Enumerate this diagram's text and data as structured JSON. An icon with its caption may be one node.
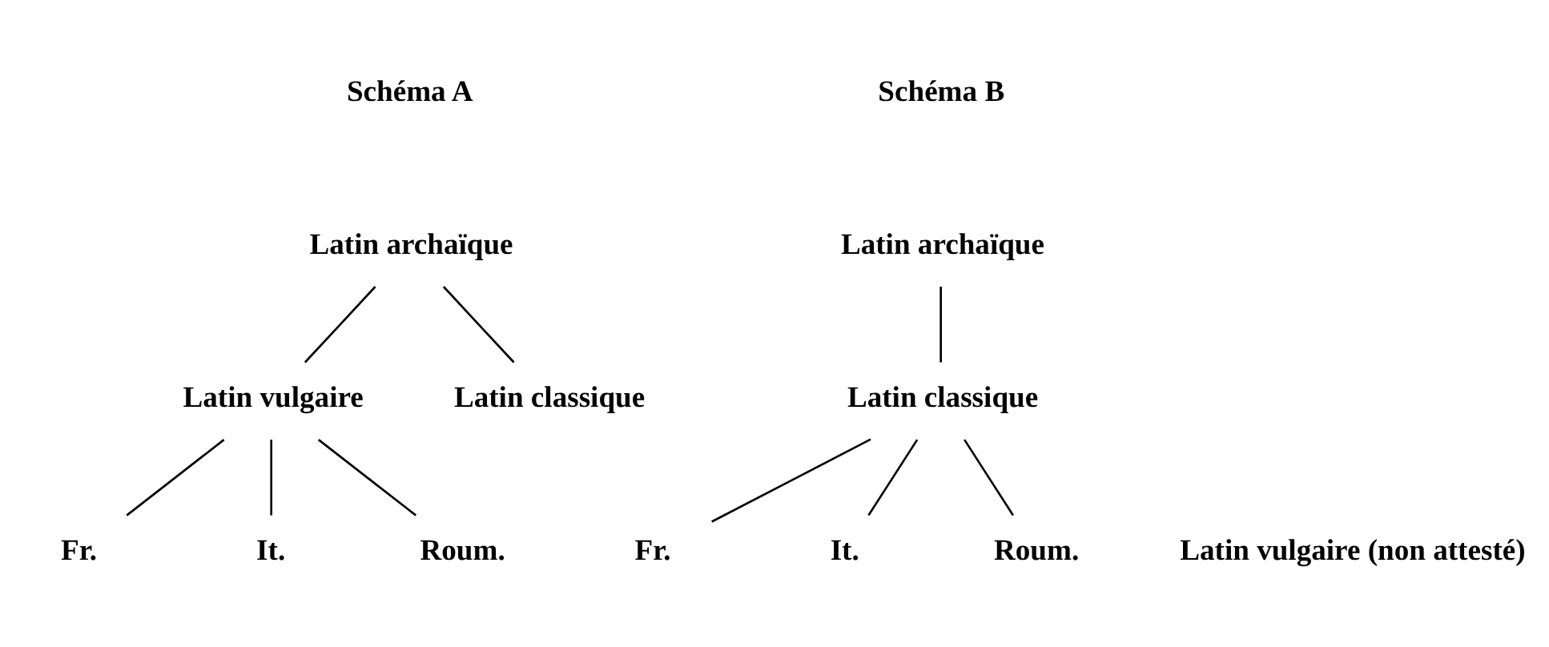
{
  "diagram": {
    "nodes": [
      {
        "text": [
          "Latin archaïque"
        ]
      },
      {
        "text": [
          "Latin vulgaire"
        ]
      },
      {
        "text": [
          "Latin classique"
        ]
      },
      {
        "text": [
          "Fr."
        ]
      },
      {
        "text": [
          "It."
        ]
      },
      {
        "text": [
          "Roum."
        ]
      },
      {
        "text": [
          "Latin archaïque"
        ]
      },
      {
        "text": [
          "Latin classique"
        ]
      },
      {
        "text": [
          "Fr."
        ]
      },
      {
        "text": [
          "It."
        ]
      },
      {
        "text": [
          "Roum."
        ]
      }
    ],
    "edges": [
      {
        "from": 0,
        "to": 1,
        "arrow": "none"
      },
      {
        "from": 0,
        "to": 2,
        "arrow": "none"
      },
      {
        "from": 1,
        "to": 3,
        "arrow": "none"
      },
      {
        "from": 1,
        "to": 4,
        "arrow": "none"
      },
      {
        "from": 1,
        "to": 5,
        "arrow": "none"
      },
      {
        "from": 6,
        "to": 7,
        "arrow": "none"
      },
      {
        "from": 7,
        "to": 8,
        "arrow": "none"
      },
      {
        "from": 7,
        "to": 9,
        "arrow": "none"
      },
      {
        "from": 7,
        "to": 10,
        "arrow": "none"
      }
    ],
    "labels": [
      "Schéma A",
      "Schéma B",
      "Latin vulgaire (non attesté)"
    ]
  }
}
